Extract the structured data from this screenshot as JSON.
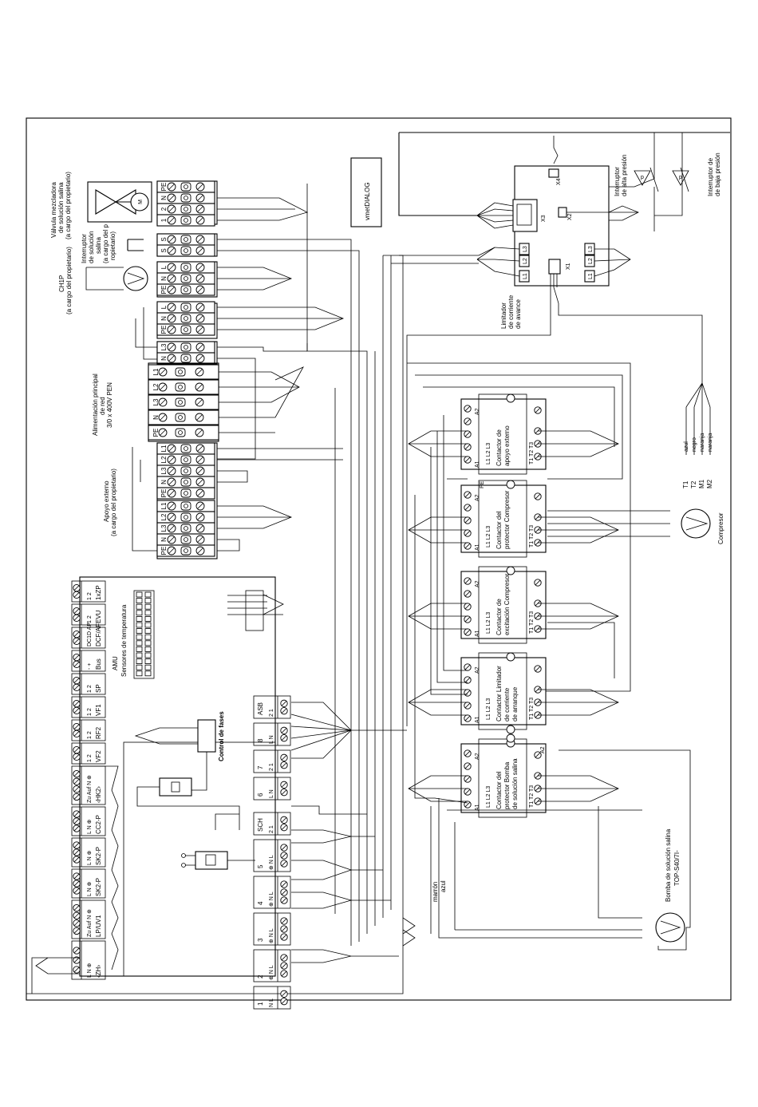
{
  "components": {
    "valve": [
      "Válvula mezcladora",
      "de solución salina",
      "(a cargo del propietario)"
    ],
    "brine_switch": [
      "Interruptor",
      "de solución",
      "salina",
      "(a cargo del p",
      "ropietario)"
    ],
    "ch1p": [
      "CH1P",
      "(a cargo del propietario)"
    ],
    "mains": [
      "Alimentación principal",
      "de red",
      "3/0 x 400V PEN"
    ],
    "ext_support": [
      "Apoyo externo",
      "(a cargo del propietario)"
    ],
    "vmetdialog": "vmetDIALOG",
    "high_pressure": [
      "Interruptor",
      "de alta presión"
    ],
    "low_pressure": [
      "Interruptor de",
      "de baja presión"
    ],
    "limiter": [
      "Limitador",
      "de corriente",
      "de avance"
    ],
    "cont_ext": [
      "Contactor de",
      "apoyo externo"
    ],
    "cont_prot": [
      "Contactor del",
      "protector Compresor"
    ],
    "cont_exc": [
      "Contactor de",
      "excitación Compresor"
    ],
    "cont_lim": [
      "Contactor Limitador",
      "de corriente",
      "de arranque"
    ],
    "cont_pump": [
      "Contactor del",
      "protector Bomba",
      "de solución salina"
    ],
    "compressor": "Compresor",
    "pump": [
      "Bomba de solución salina",
      "TOP-S40/7I-"
    ],
    "amu": [
      "AMU",
      "Sensores de temperatura"
    ],
    "phase_ctrl": "Control de fases",
    "wire_colors": [
      "azul",
      "negro",
      "naranja",
      "naranja"
    ],
    "wire_terms": [
      "T1",
      "T2",
      "M1",
      "M2"
    ],
    "pump_wires": [
      "marrón",
      "azul"
    ]
  },
  "connectors": {
    "x4": "X4",
    "x3": "X3",
    "x2": "X2",
    "x1": "X1",
    "l1": "L1",
    "l2": "L2",
    "l3": "L3"
  },
  "terminals": {
    "valve": [
      "PE",
      "N",
      "2",
      "1"
    ],
    "brine": [
      "S",
      "S"
    ],
    "ch1p": [
      "PE",
      "N",
      "L"
    ],
    "aux": [
      "PE",
      "N",
      "L"
    ],
    "n_l3": [
      "N",
      "L3"
    ],
    "mains": [
      "L1",
      "L2",
      "L3",
      "N",
      "PE"
    ],
    "ext": [
      "L1",
      "L2",
      "L3",
      "N",
      "PE",
      "L1",
      "L2",
      "L3",
      "N",
      "PE"
    ]
  },
  "controller_left": [
    {
      "pins": "1  2",
      "name": "1xZP"
    },
    {
      "pins": "1  2",
      "name": "EVU"
    },
    {
      "pins": "DC1D  AP",
      "name": "DCF/AF"
    },
    {
      "pins": "-  +",
      "name": "Bus"
    },
    {
      "pins": "1  2",
      "name": "SP"
    },
    {
      "pins": "1  2",
      "name": "VF1"
    },
    {
      "pins": "1  2",
      "name": "RF2"
    },
    {
      "pins": "1  2",
      "name": "VF2"
    },
    {
      "pins": "Zu Auf N ⊕",
      "name": "‹HK2›"
    },
    {
      "pins": "L  N  ⊕",
      "name": "CC2-P"
    },
    {
      "pins": "L  N  ⊕",
      "name": "SK2-P"
    },
    {
      "pins": "L  N  ⊕",
      "name": "SK2-P"
    },
    {
      "pins": "Zu Auf N ⊕",
      "name": "LP/UV1"
    },
    {
      "pins": "L  N  ⊕",
      "name": "‹ZH›"
    }
  ],
  "controller_right": [
    {
      "num": "ASB",
      "pins": "2  1"
    },
    {
      "num": "8",
      "pins": "L  N"
    },
    {
      "num": "7",
      "pins": "2  1"
    },
    {
      "num": "6",
      "pins": "L  N"
    },
    {
      "num": "SCH",
      "pins": "2  1"
    },
    {
      "num": "5",
      "pins": "⊕  N  L"
    },
    {
      "num": "4",
      "pins": "⊕  N  L"
    },
    {
      "num": "3",
      "pins": "⊕  N  L"
    },
    {
      "num": "2",
      "pins": "⊕  N  L"
    },
    {
      "num": "1",
      "pins": "N  L"
    }
  ],
  "contactor_pins": {
    "a": "A2",
    "b": "A1",
    "line_left": "L1  L2  L3",
    "line_right": "T1  T2  T3",
    "pe": "PE",
    "a2": "A2"
  }
}
